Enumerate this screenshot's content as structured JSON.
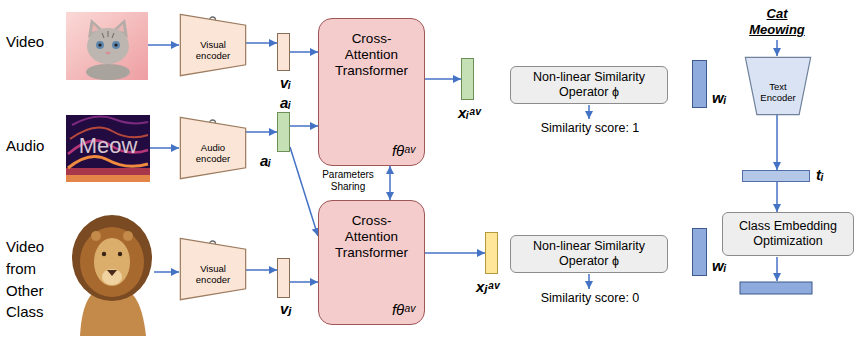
{
  "diagram": {
    "nodes": [
      {
        "text": [
          "Visual encoder"
        ]
      },
      {
        "text": [
          "vᵢ"
        ]
      },
      {
        "text": [
          "Audio encoder"
        ]
      },
      {
        "text": [
          "aᵢ"
        ]
      },
      {
        "text": [
          "Cross-Attention Transformer",
          "fθᵃᵛ"
        ]
      },
      {
        "text": [
          "xᵢᵃᵛ"
        ]
      },
      {
        "text": [
          "Non-linear Similarity Operator ϕ"
        ]
      },
      {
        "text": [
          "wᵢ"
        ]
      },
      {
        "text": [
          "Visual encoder"
        ]
      },
      {
        "text": [
          "vⱼ"
        ]
      },
      {
        "text": [
          "Cross-Attention Transformer",
          "fθᵃᵛ"
        ]
      },
      {
        "text": [
          "xⱼᵃᵛ"
        ]
      },
      {
        "text": [
          "Non-linear Similarity Operator ϕ"
        ]
      },
      {
        "text": [
          "wᵢ"
        ]
      },
      {
        "text": [
          "Text Encoder"
        ]
      },
      {
        "text": [
          "tᵢ"
        ]
      },
      {
        "text": [
          "Class Embedding Optimization"
        ]
      }
    ],
    "edges": [
      {
        "from": 0,
        "to": 1,
        "arrow": "to"
      },
      {
        "from": 1,
        "to": 4,
        "arrow": "to"
      },
      {
        "from": 2,
        "to": 3,
        "arrow": "to"
      },
      {
        "from": 3,
        "to": 4,
        "arrow": "to"
      },
      {
        "from": 3,
        "to": 10,
        "arrow": "to"
      },
      {
        "from": 8,
        "to": 9,
        "arrow": "to"
      },
      {
        "from": 9,
        "to": 10,
        "arrow": "to"
      },
      {
        "from": 4,
        "to": 10,
        "label": "Parameters Sharing",
        "arrow": "both"
      },
      {
        "from": 4,
        "to": 5,
        "arrow": "to"
      },
      {
        "from": 10,
        "to": 11,
        "arrow": "to"
      },
      {
        "from": 14,
        "to": 15,
        "arrow": "to"
      },
      {
        "from": 15,
        "to": 16,
        "arrow": "to"
      }
    ],
    "labels": [
      "Video",
      "Audio",
      "Video from Other Class",
      "Meow",
      "aᵢ",
      "Similarity score: 1",
      "Similarity score: 0",
      "Cat Meowing"
    ]
  }
}
